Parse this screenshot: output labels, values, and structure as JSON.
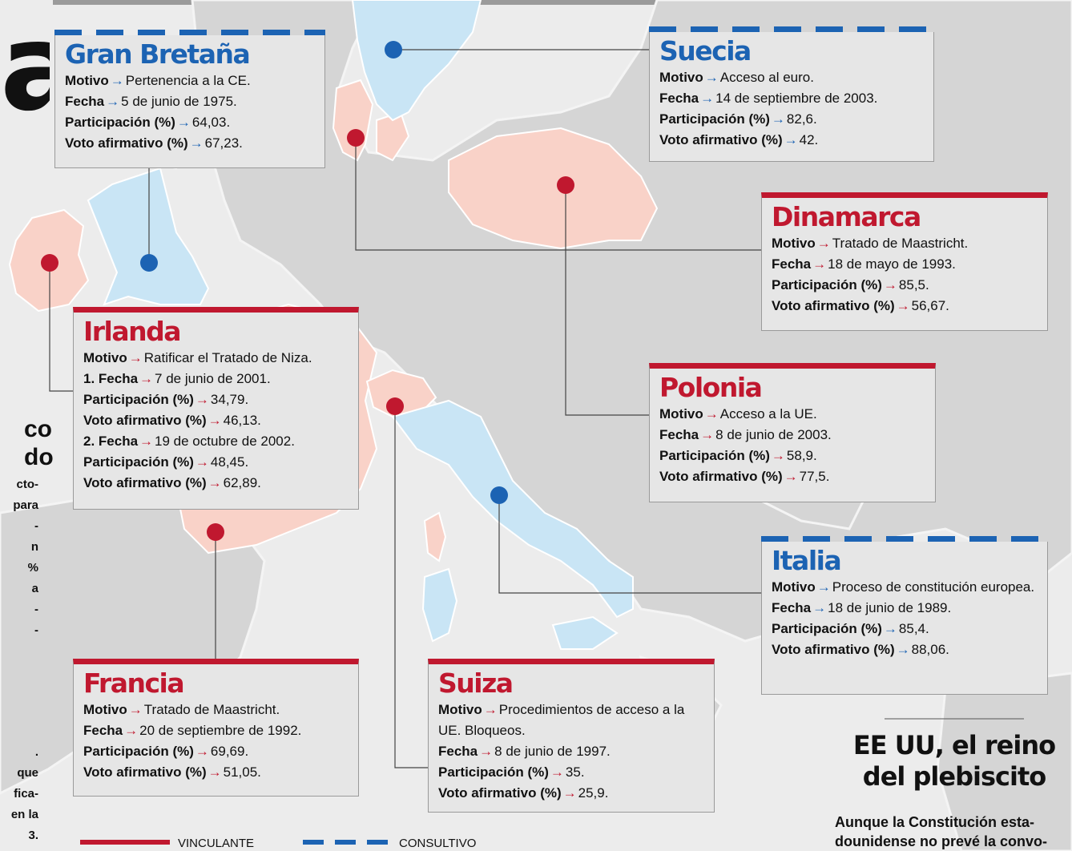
{
  "colors": {
    "vinculante": "#c0182f",
    "consultivo": "#1c63b3",
    "vinculante_country_fill": "#f9d2c8",
    "consultivo_country_fill": "#c9e5f5",
    "land": "#d6d6d6",
    "sea": "#ededed",
    "panel_bg": "#e6e6e6"
  },
  "left_fragments": {
    "big_letter": "a",
    "heading_lines": [
      "co,",
      "do"
    ],
    "text_lines": [
      "cto-",
      "para",
      "-",
      "n",
      "%",
      "a",
      "-",
      "-",
      ".",
      "que",
      "fica-",
      "en la",
      "3."
    ]
  },
  "boxes": {
    "gran_bretana": {
      "title": "Gran Bretaña",
      "motivo_label": "Motivo",
      "motivo": "Pertenencia a la CE.",
      "fecha_label": "Fecha",
      "fecha": "5 de junio de 1975.",
      "participacion_label": "Participación (%)",
      "participacion": "64,03.",
      "voto_label": "Voto afirmativo (%)",
      "voto": "67,23."
    },
    "suecia": {
      "title": "Suecia",
      "motivo_label": "Motivo",
      "motivo": "Acceso al euro.",
      "fecha_label": "Fecha",
      "fecha": "14 de septiembre de 2003.",
      "participacion_label": "Participación (%)",
      "participacion": "82,6.",
      "voto_label": "Voto afirmativo (%)",
      "voto": "42."
    },
    "dinamarca": {
      "title": "Dinamarca",
      "motivo_label": "Motivo",
      "motivo": "Tratado de Maastricht.",
      "fecha_label": "Fecha",
      "fecha": "18 de mayo de 1993.",
      "participacion_label": "Participación (%)",
      "participacion": "85,5.",
      "voto_label": "Voto afirmativo (%)",
      "voto": "56,67."
    },
    "irlanda": {
      "title": "Irlanda",
      "motivo_label": "Motivo",
      "motivo": "Ratificar el Tratado de Niza.",
      "fecha1_label": "1. Fecha",
      "fecha1": "7 de junio de 2001.",
      "participacion1_label": "Participación (%)",
      "participacion1": "34,79.",
      "voto1_label": "Voto afirmativo (%)",
      "voto1": "46,13.",
      "fecha2_label": "2. Fecha",
      "fecha2": "19 de octubre de 2002.",
      "participacion2_label": "Participación (%)",
      "participacion2": "48,45.",
      "voto2_label": "Voto afirmativo (%)",
      "voto2": "62,89."
    },
    "polonia": {
      "title": "Polonia",
      "motivo_label": "Motivo",
      "motivo": "Acceso a la UE.",
      "fecha_label": "Fecha",
      "fecha": "8 de junio de 2003.",
      "participacion_label": "Participación (%)",
      "participacion": "58,9.",
      "voto_label": "Voto afirmativo (%)",
      "voto": "77,5."
    },
    "italia": {
      "title": "Italia",
      "motivo_label": "Motivo",
      "motivo": "Proceso de constitución europea.",
      "fecha_label": "Fecha",
      "fecha": "18 de junio de 1989.",
      "participacion_label": "Participación (%)",
      "participacion": "85,4.",
      "voto_label": "Voto afirmativo (%)",
      "voto": "88,06."
    },
    "francia": {
      "title": "Francia",
      "motivo_label": "Motivo",
      "motivo": "Tratado de Maastricht.",
      "fecha_label": "Fecha",
      "fecha": "20 de septiembre de 1992.",
      "participacion_label": "Participación (%)",
      "participacion": "69,69.",
      "voto_label": "Voto afirmativo (%)",
      "voto": "51,05."
    },
    "suiza": {
      "title": "Suiza",
      "motivo_label": "Motivo",
      "motivo": "Procedimientos de acceso a la UE. Bloqueos.",
      "fecha_label": "Fecha",
      "fecha": "8 de junio de 1997.",
      "participacion_label": "Participación (%)",
      "participacion": "35.",
      "voto_label": "Voto afirmativo (%)",
      "voto": "25,9."
    }
  },
  "right_article": {
    "title_line1": "EE UU, el reino",
    "title_line2": "del plebiscito",
    "body_line1": "Aunque la Constitución esta-",
    "body_line2": "dounidense no prevé la convo-"
  },
  "legend": {
    "vinculante": "VINCULANTE",
    "consultivo": "CONSULTIVO"
  }
}
